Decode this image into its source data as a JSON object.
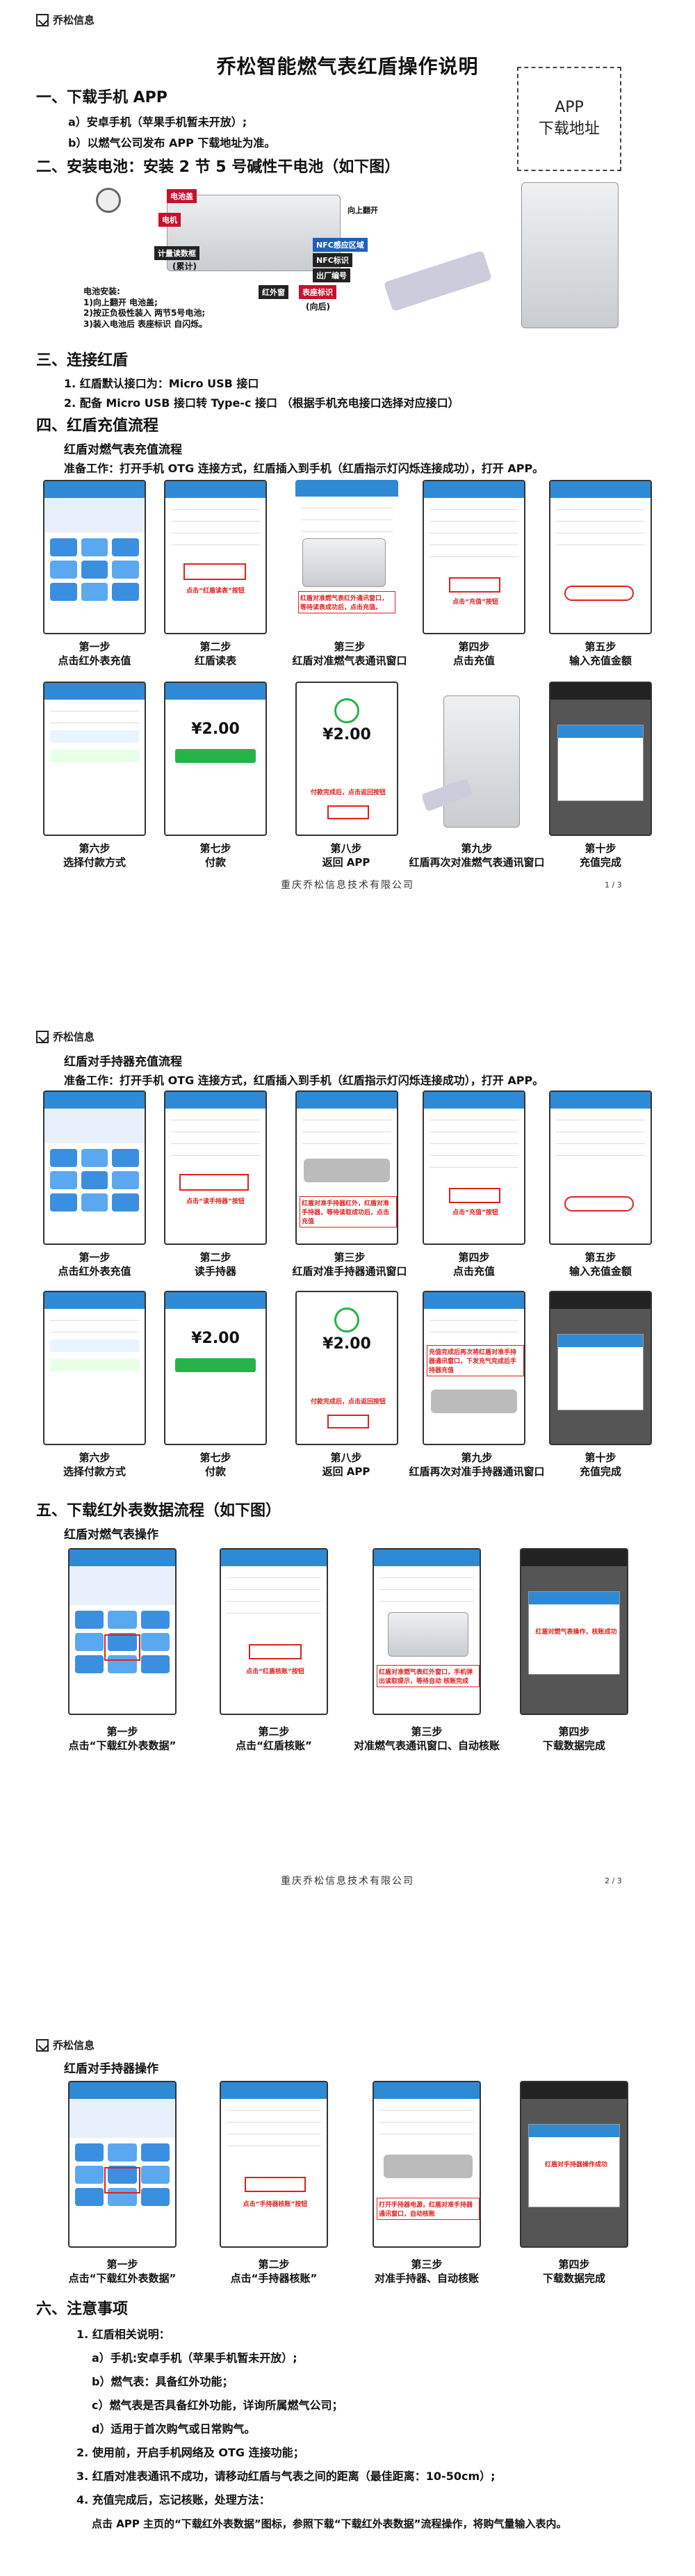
{
  "brand": "乔松信息",
  "title": "乔松智能燃气表红盾操作说明",
  "qr_label_line1": "APP",
  "qr_label_line2": "下载地址",
  "sec1": {
    "heading": "一、下载手机 APP",
    "a": "a）安卓手机（苹果手机暂未开放）;",
    "b": "b）以燃气公司发布 APP 下载地址为准。"
  },
  "sec2": {
    "heading": "二、安装电池：安装 2 节 5 号碱性干电池（如下图）",
    "tags": [
      "电池盖",
      "电机",
      "计量读数框",
      "NFC感应区域",
      "NFC标识",
      "出厂编号",
      "红外窗",
      "表座标识"
    ],
    "sub_tags": [
      "(累计)",
      "(向后)",
      "向上翻开"
    ],
    "notes": [
      "电池安装:",
      "1)向上翻开 电池盖;",
      "2)按正负极性装入 两节5号电池;",
      "3)装入电池后 表座标识 自闪烁。"
    ]
  },
  "sec3": {
    "heading": "三、连接红盾",
    "l1": "1. 红盾默认接口为：Micro USB 接口",
    "l2": "2. 配备 Micro USB 接口转 Type-c 接口 （根据手机充电接口选择对应接口）"
  },
  "sec4": {
    "heading": "四、红盾充值流程",
    "meter": {
      "title": "红盾对燃气表充值流程",
      "prep": "准备工作：打开手机 OTG 连接方式，红盾插入到手机（红盾指示灯闪烁连接成功），打开 APP。",
      "steps": [
        {
          "n": "第一步",
          "t": "点击红外表充值"
        },
        {
          "n": "第二步",
          "t": "红盾读表"
        },
        {
          "n": "第三步",
          "t": "红盾对准燃气表通讯窗口"
        },
        {
          "n": "第四步",
          "t": "点击充值"
        },
        {
          "n": "第五步",
          "t": "输入充值金额"
        },
        {
          "n": "第六步",
          "t": "选择付款方式"
        },
        {
          "n": "第七步",
          "t": "付款"
        },
        {
          "n": "第八步",
          "t": "返回 APP"
        },
        {
          "n": "第九步",
          "t": "红盾再次对准燃气表通讯窗口"
        },
        {
          "n": "第十步",
          "t": "充值完成"
        }
      ],
      "hints": {
        "read": "点击“红盾读表”按钮",
        "aim": "红盾对准燃气表红外通讯窗口，等待读表成功后，点击充值。",
        "charge": "点击“充值”按钮",
        "paid": "付款完成后，点击返回按钮"
      },
      "amount": "¥2.00"
    },
    "handset": {
      "title": "红盾对手持器充值流程",
      "prep": "准备工作：打开手机 OTG 连接方式，红盾插入到手机（红盾指示灯闪烁连接成功），打开 APP。",
      "steps": [
        {
          "n": "第一步",
          "t": "点击红外表充值"
        },
        {
          "n": "第二步",
          "t": "读手持器"
        },
        {
          "n": "第三步",
          "t": "红盾对准手持器通讯窗口"
        },
        {
          "n": "第四步",
          "t": "点击充值"
        },
        {
          "n": "第五步",
          "t": "输入充值金额"
        },
        {
          "n": "第六步",
          "t": "选择付款方式"
        },
        {
          "n": "第七步",
          "t": "付款"
        },
        {
          "n": "第八步",
          "t": "返回 APP"
        },
        {
          "n": "第九步",
          "t": "红盾再次对准手持器通讯窗口"
        },
        {
          "n": "第十步",
          "t": "充值完成"
        }
      ],
      "hints": {
        "read": "点击“读手持器”按钮",
        "aim": "红盾对准手持器红外，红盾对准手持器，等待读取成功后，点击充值",
        "charge": "点击“充值”按钮",
        "paid": "付款完成后，点击返回按钮",
        "aim2": "充值完成后再次将红盾对准手持器通讯窗口，下发充气完成后手持器充值"
      },
      "amount": "¥2.00"
    }
  },
  "sec5": {
    "heading": "五、下载红外表数据流程（如下图）",
    "meter": {
      "title": "红盾对燃气表操作",
      "steps": [
        {
          "n": "第一步",
          "t": "点击“下载红外表数据”"
        },
        {
          "n": "第二步",
          "t": "点击“红盾核账”"
        },
        {
          "n": "第三步",
          "t": "对准燃气表通讯窗口、自动核账"
        },
        {
          "n": "第四步",
          "t": "下载数据完成"
        }
      ],
      "hints": {
        "check": "点击“红盾核账”按钮",
        "aim": "红盾对准燃气表红外窗口，手机弹出读取提示，等待自动 核账完成",
        "done": "红盾对燃气表操作，核账成功"
      }
    },
    "handset": {
      "title": "红盾对手持器操作",
      "steps": [
        {
          "n": "第一步",
          "t": "点击“下载红外表数据”"
        },
        {
          "n": "第二步",
          "t": "点击“手持器核账”"
        },
        {
          "n": "第三步",
          "t": "对准手持器、自动核账"
        },
        {
          "n": "第四步",
          "t": "下载数据完成"
        }
      ],
      "hints": {
        "check": "点击“手持器核账”按钮",
        "aim": "打开手持器电源，红盾对准手持器通讯窗口，自动核账",
        "done": "红盾对手持器操作成功"
      }
    }
  },
  "sec6": {
    "heading": "六、注意事项",
    "items": [
      "1. 红盾相关说明：",
      "a）手机:安卓手机（苹果手机暂未开放）;",
      "b）燃气表：具备红外功能；",
      "c）燃气表是否具备红外功能，详询所属燃气公司；",
      "d）适用于首次购气或日常购气。",
      "2. 使用前，开启手机网络及 OTG 连接功能；",
      "3. 红盾对准表通讯不成功，请移动红盾与气表之间的距离（最佳距离：10-50cm）;",
      "4. 充值完成后，忘记核账，处理方法：",
      "点击 APP 主页的“下载红外表数据”图标，参照下载“下载红外表数据”流程操作，将购气量输入表内。"
    ]
  },
  "footer": "重庆乔松信息技术有限公司",
  "page1": "1 / 3",
  "page2": "2 / 3"
}
